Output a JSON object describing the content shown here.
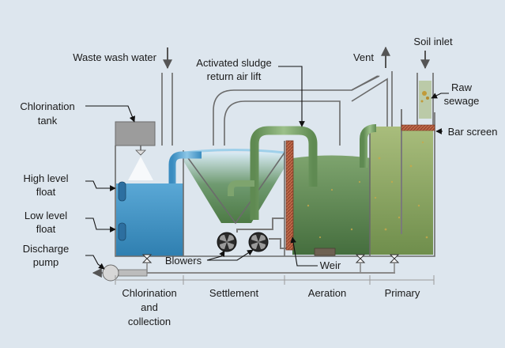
{
  "labels": {
    "waste_wash_water": "Waste wash water",
    "activated_sludge_line1": "Activated sludge",
    "activated_sludge_line2": "return air lift",
    "vent": "Vent",
    "soil_inlet": "Soil inlet",
    "raw_sewage_line1": "Raw",
    "raw_sewage_line2": "sewage",
    "chlorination_tank_line1": "Chlorination",
    "chlorination_tank_line2": "tank",
    "bar_screen": "Bar screen",
    "high_level_float_line1": "High level",
    "high_level_float_line2": "float",
    "low_level_float_line1": "Low level",
    "low_level_float_line2": "float",
    "discharge_pump_line1": "Discharge",
    "discharge_pump_line2": "pump",
    "blowers": "Blowers",
    "weir": "Weir"
  },
  "stages": {
    "chlorination_line1": "Chlorination",
    "chlorination_line2": "and",
    "chlorination_line3": "collection",
    "settlement": "Settlement",
    "aeration": "Aeration",
    "primary": "Primary"
  },
  "colors": {
    "background": "#dde6ee",
    "clean_water": "#3f8fbe",
    "sludge_green": "#5f8a4e",
    "primary_green": "#8aa560",
    "pipe_green": "#6f9a60",
    "bar_screen": "#c0694a",
    "outline": "#6b6b6b"
  }
}
